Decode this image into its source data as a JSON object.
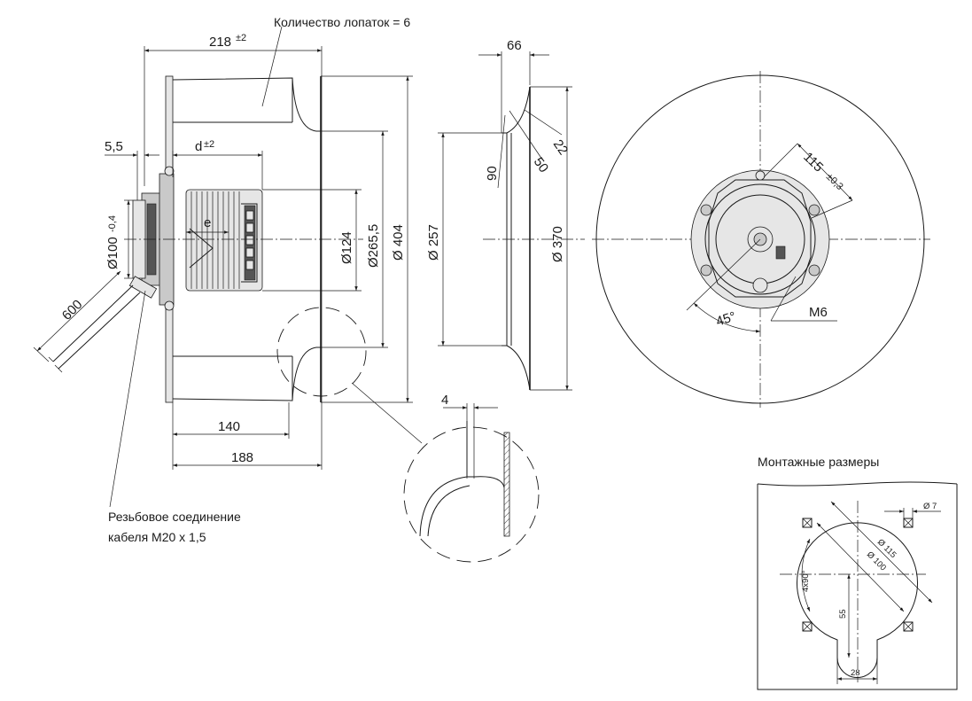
{
  "labels": {
    "blade_count": "Количество лопаток = 6",
    "cable_gland_line1": "Резьбовое соединение",
    "cable_gland_line2": "кабеля M20 x 1,5",
    "mounting_title": "Монтажные размеры"
  },
  "side_view": {
    "width_218": "218",
    "tol_218": "±2",
    "d": "d",
    "tol_d": "±2",
    "dim_5_5": "5,5",
    "e": "e",
    "dia_100": "Ø100",
    "tol_100": "-0,4",
    "dia_124": "Ø124",
    "dia_265_5": "Ø265,5",
    "dia_404": "Ø 404",
    "len_600": "600",
    "len_140": "140",
    "len_188": "188"
  },
  "section_view": {
    "dim_66": "66",
    "dia_257": "Ø 257",
    "dia_370": "Ø 370",
    "angle_90": "90",
    "r_50": "50",
    "r_22": "22",
    "detail_4": "4"
  },
  "front_view": {
    "dia_115": "115",
    "tol_115": "±0,3",
    "angle_45": "45°",
    "thread_m6": "M6"
  },
  "mounting": {
    "dia_7": "Ø 7",
    "dia_115": "Ø 115",
    "dia_100": "Ø 100",
    "angle": "4x90°",
    "dim_55": "55",
    "dim_28": "28"
  }
}
